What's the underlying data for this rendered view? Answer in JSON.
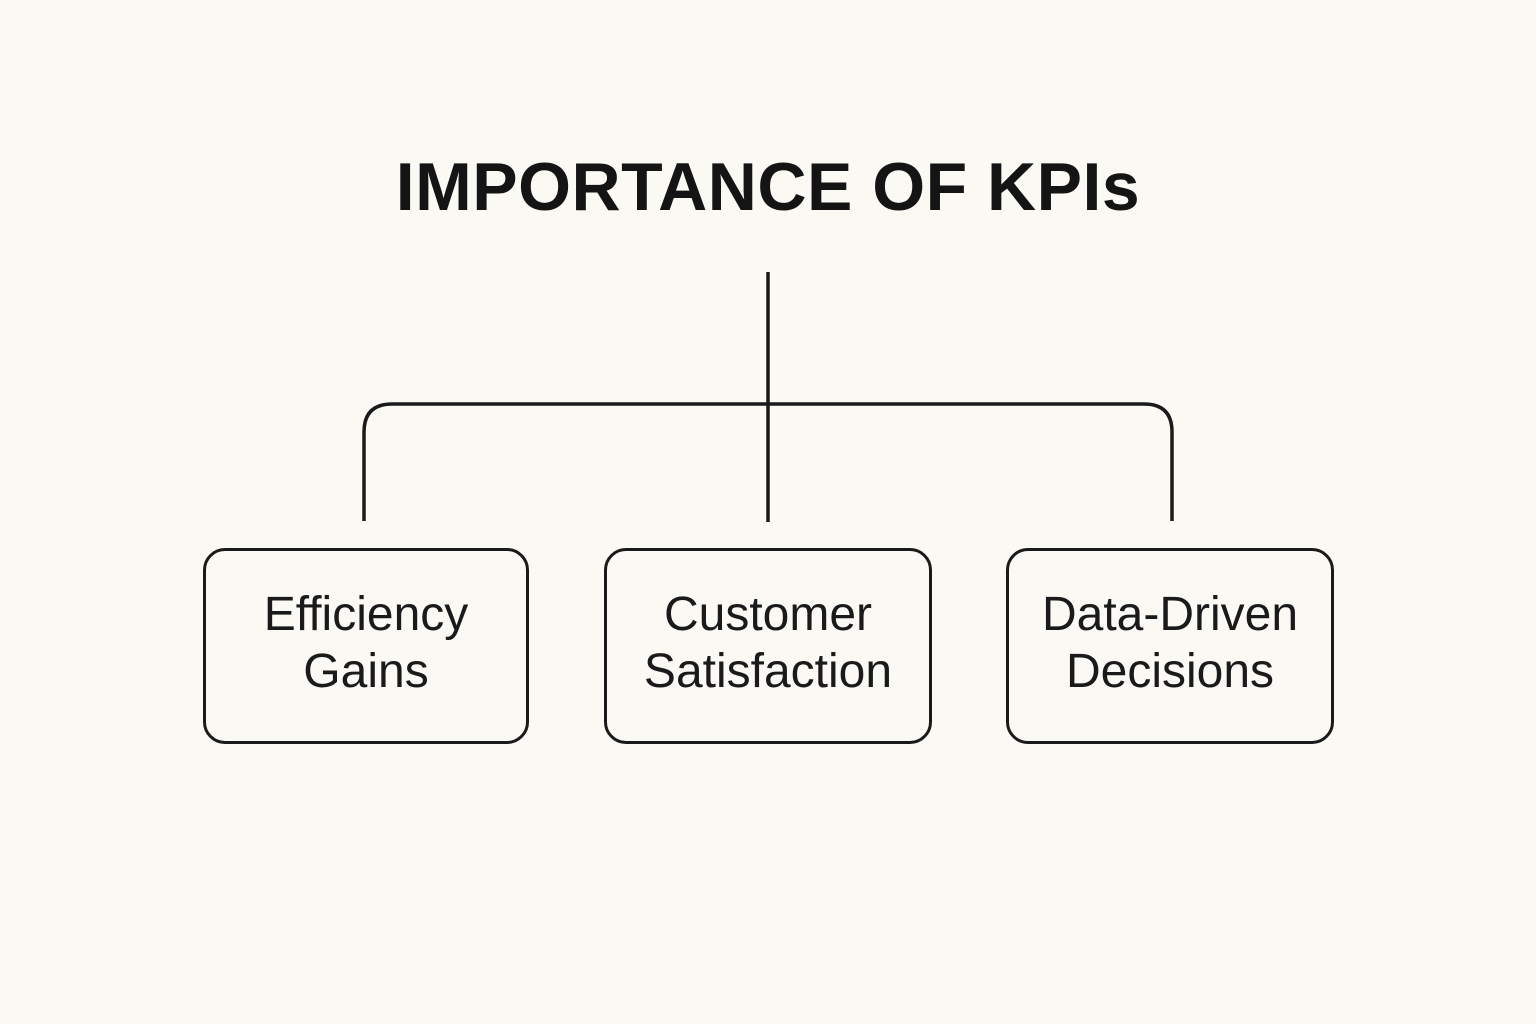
{
  "title": "IMPORTANCE OF KPIs",
  "nodes": [
    {
      "line1": "Efficiency",
      "line2": "Gains"
    },
    {
      "line1": "Customer",
      "line2": "Satisfaction"
    },
    {
      "line1": "Data-Driven",
      "line2": "Decisions"
    }
  ],
  "colors": {
    "background": "#fbf9f4",
    "stroke": "#1a1a1a",
    "text": "#141414"
  }
}
